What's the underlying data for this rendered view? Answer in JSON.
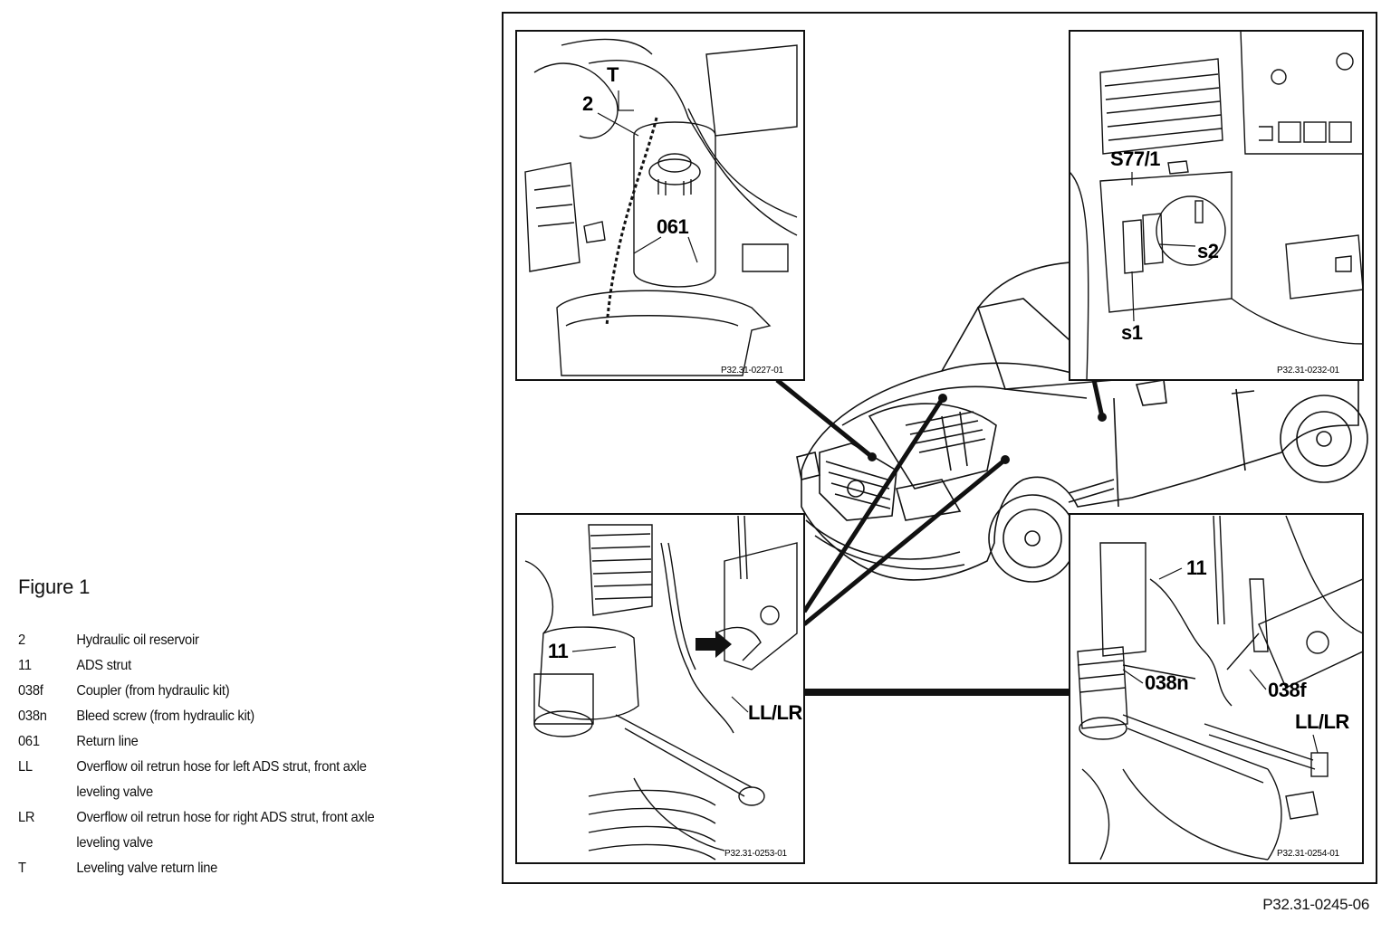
{
  "figure": {
    "title": "Figure 1",
    "reference": "P32.31-0245-06"
  },
  "legend": [
    {
      "code": "2",
      "lines": [
        "Hydraulic oil reservoir"
      ]
    },
    {
      "code": "11",
      "lines": [
        "ADS strut"
      ]
    },
    {
      "code": "038f",
      "lines": [
        "Coupler (from hydraulic kit)"
      ]
    },
    {
      "code": "038n",
      "lines": [
        "Bleed screw (from hydraulic kit)"
      ]
    },
    {
      "code": "061",
      "lines": [
        "Return line"
      ]
    },
    {
      "code": "LL",
      "lines": [
        "Overflow oil retrun hose for left ADS strut, front axle",
        "leveling valve"
      ]
    },
    {
      "code": "LR",
      "lines": [
        "Overflow oil retrun hose for right ADS strut, front axle",
        "leveling valve"
      ]
    },
    {
      "code": "T",
      "lines": [
        "Leveling valve return line"
      ]
    }
  ],
  "panels": {
    "top_left": {
      "caption": "P32.31-0227-01",
      "labels": {
        "t": "T",
        "two": "2",
        "return": "061"
      }
    },
    "top_right": {
      "caption": "P32.31-0232-01",
      "labels": {
        "switch": "S77/1",
        "s1": "s1",
        "s2": "s2"
      }
    },
    "bottom_left": {
      "caption": "P32.31-0253-01",
      "labels": {
        "strut": "11",
        "hose": "LL/LR"
      }
    },
    "bottom_right": {
      "caption": "P32.31-0254-01",
      "labels": {
        "strut": "11",
        "bleed": "038n",
        "coupler": "038f",
        "hose": "LL/LR"
      }
    }
  }
}
